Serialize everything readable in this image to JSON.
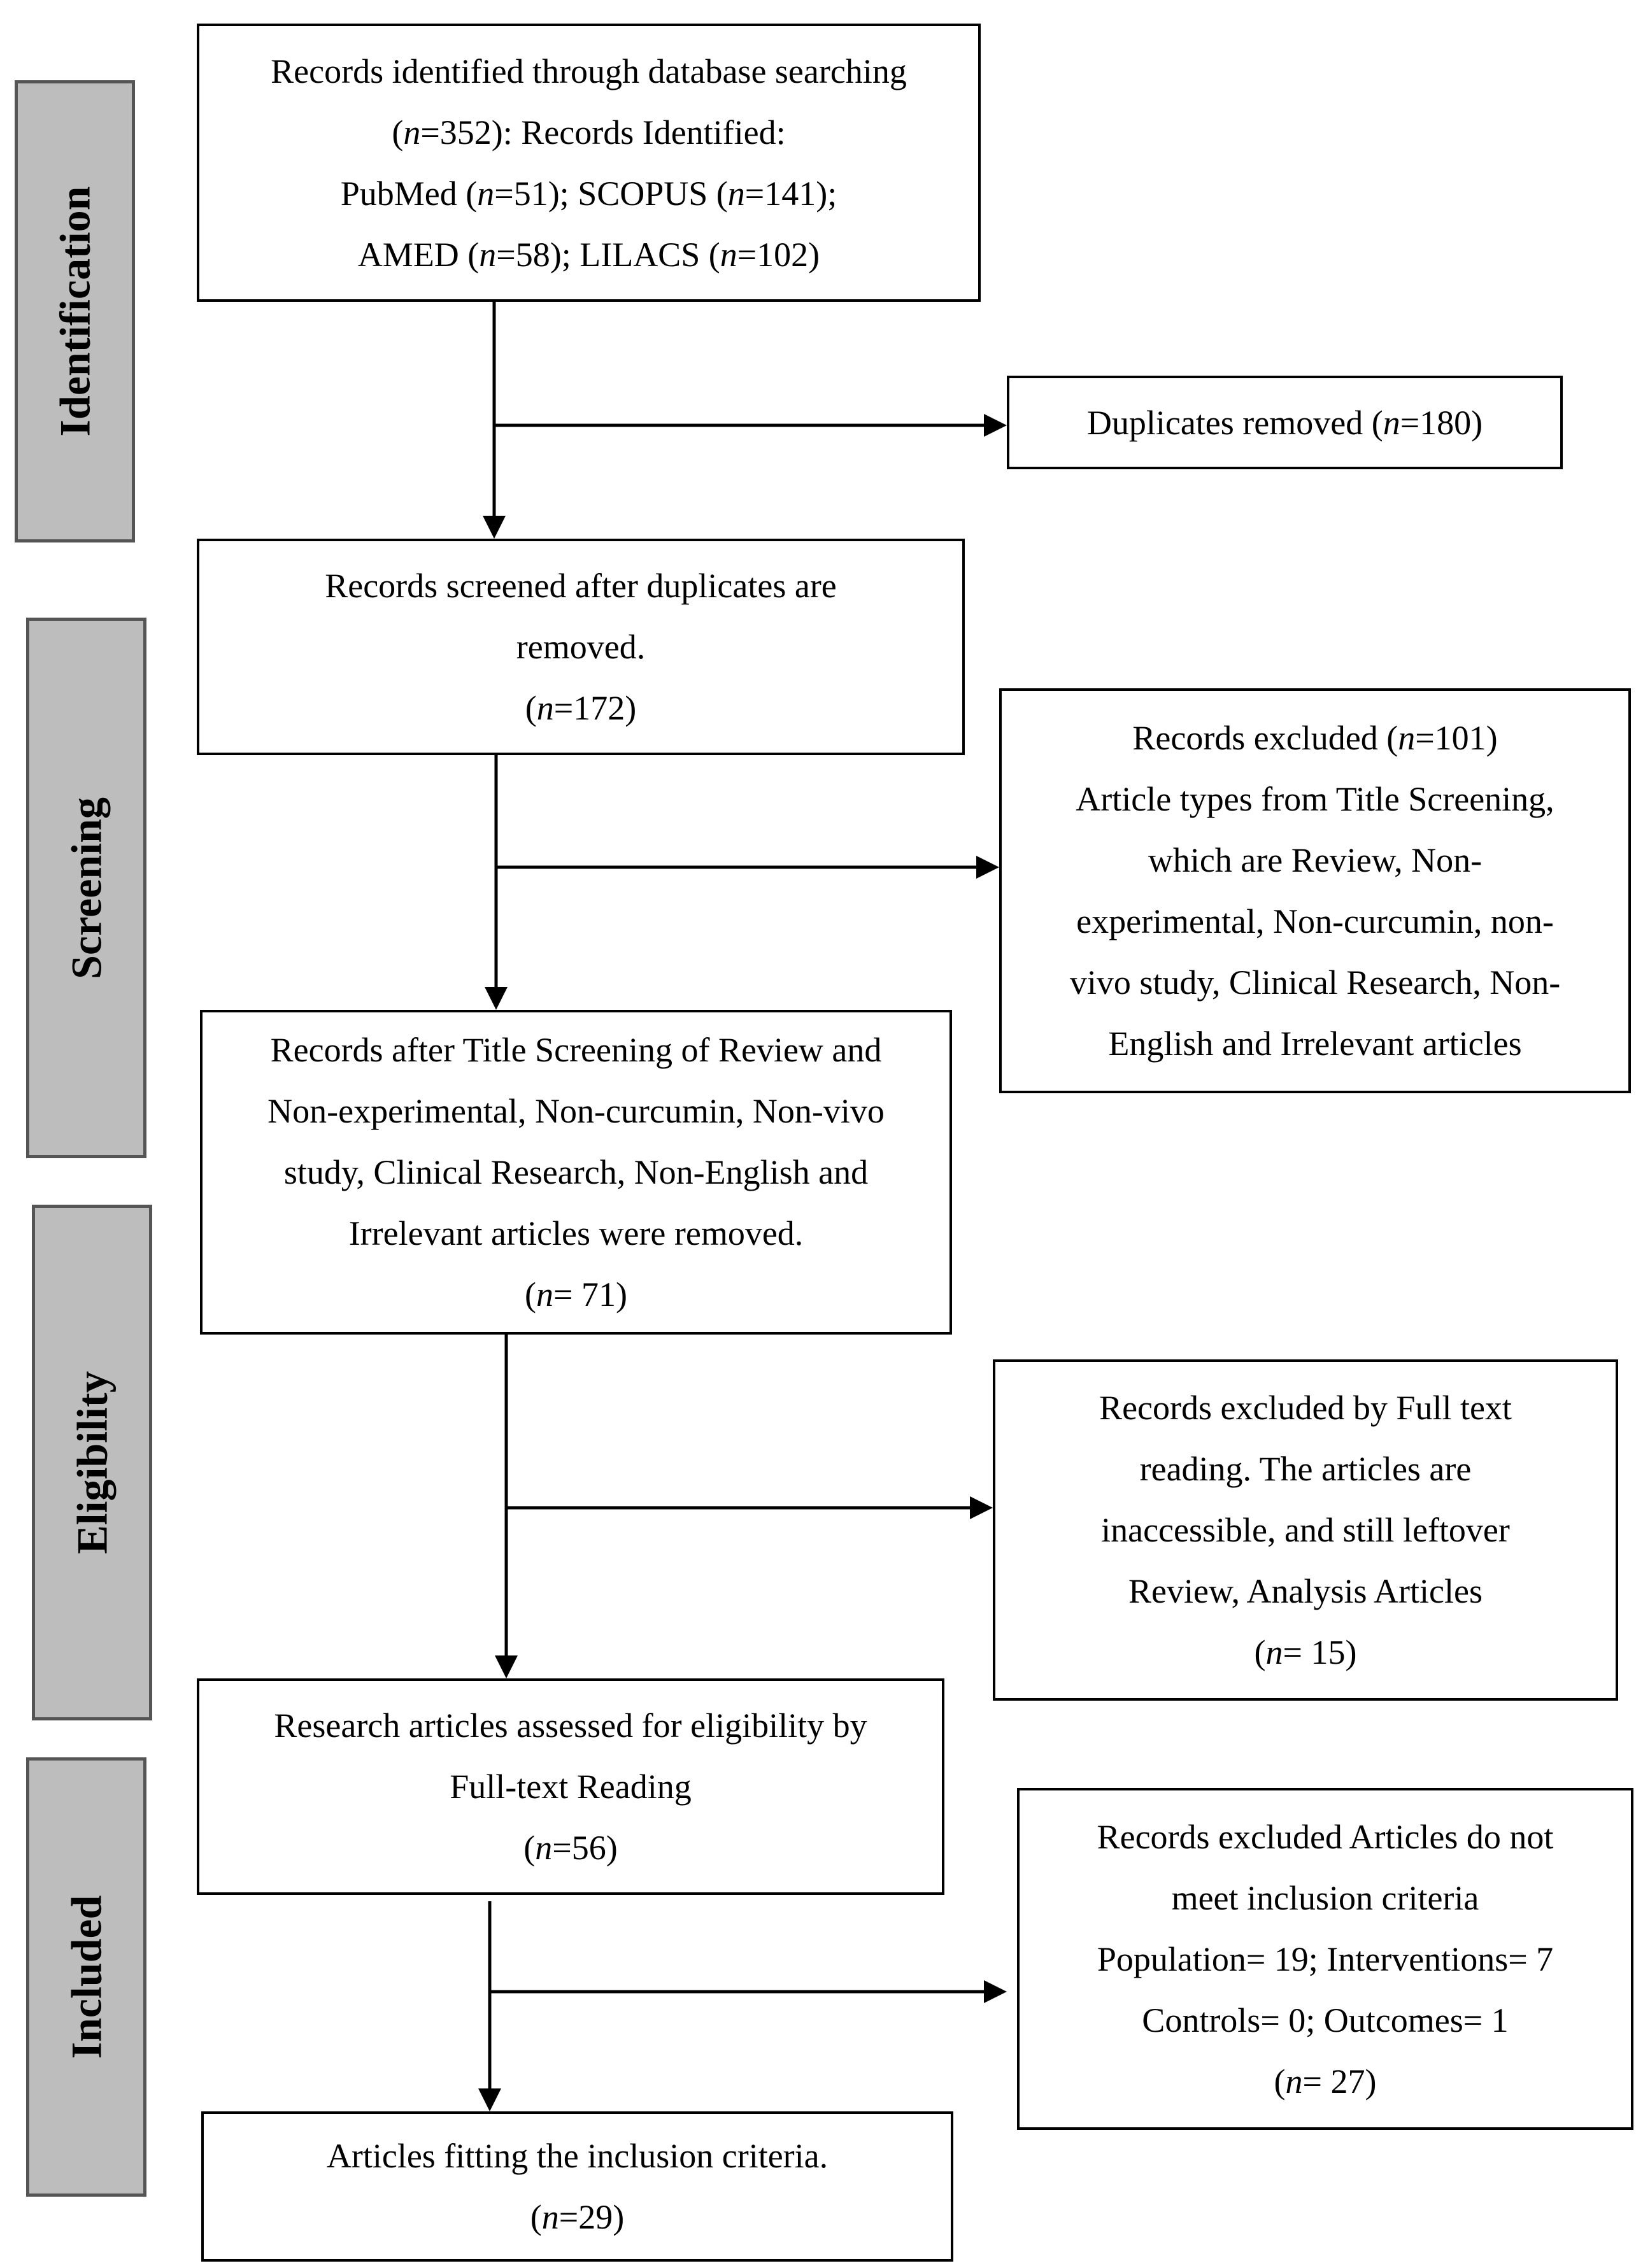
{
  "stages": [
    "Identification",
    "Screening",
    "Eligibility",
    "Included"
  ],
  "boxes": {
    "identified": {
      "lines": [
        "Records identified through database searching"
      ],
      "italic_n": [
        "(",
        "n",
        "=352): Records Identified:"
      ],
      "line3_parts": [
        "PubMed (",
        "n",
        "=51); SCOPUS (",
        "n",
        "=141);"
      ],
      "line4_parts": [
        "AMED (",
        "n",
        "=58); LILACS (",
        "n",
        "=102)"
      ]
    },
    "duplicates": {
      "parts": [
        "Duplicates removed (",
        "n",
        "=180)"
      ]
    },
    "screened": {
      "lines": [
        "Records screened after duplicates are",
        "removed."
      ],
      "n_parts": [
        "(",
        "n",
        "=172)"
      ]
    },
    "excluded_title": {
      "first_parts": [
        "Records excluded (",
        "n",
        "=101)"
      ],
      "lines": [
        "Article types from Title Screening,",
        "which are Review, Non-",
        "experimental, Non-curcumin, non-",
        "vivo study, Clinical Research, Non-",
        "English and Irrelevant articles"
      ]
    },
    "after_title": {
      "lines": [
        "Records after Title Screening of Review and",
        "Non-experimental, Non-curcumin, Non-vivo",
        "study, Clinical Research, Non-English and",
        "Irrelevant articles were removed."
      ],
      "n_parts": [
        "(",
        "n",
        "= 71)"
      ]
    },
    "excluded_fulltext": {
      "lines": [
        "Records excluded by Full text",
        "reading. The articles are",
        "inaccessible, and still leftover",
        "Review, Analysis Articles"
      ],
      "n_parts": [
        "(",
        "n",
        "= 15)"
      ]
    },
    "assessed": {
      "lines": [
        "Research articles assessed for eligibility by",
        "Full-text Reading"
      ],
      "n_parts": [
        "(",
        "n",
        "=56)"
      ]
    },
    "excluded_criteria": {
      "lines": [
        "Records excluded Articles do not",
        "meet inclusion criteria",
        "Population= 19; Interventions= 7",
        "Controls= 0; Outcomes= 1"
      ],
      "n_parts": [
        "(",
        "n",
        "= 27)"
      ]
    },
    "included": {
      "lines": [
        "Articles fitting the inclusion criteria."
      ],
      "n_parts": [
        "(",
        "n",
        "=29)"
      ]
    }
  }
}
